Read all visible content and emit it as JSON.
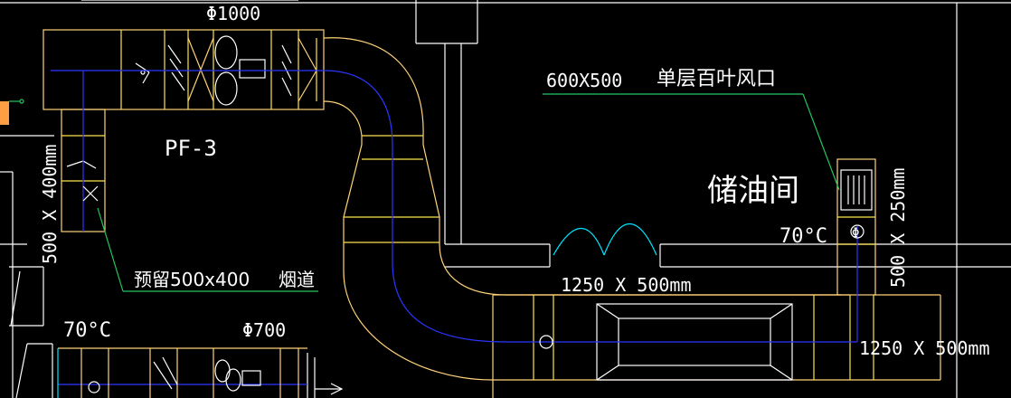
{
  "labels": {
    "diameter_top": "Φ1000",
    "fan_code": "PF-3",
    "left_vertical_dim": "500 X 400mm",
    "reserved_flue_text": "预留500x400",
    "flue_text": "烟道",
    "grille_size": "600X500",
    "grille_type": "单层百叶风口",
    "room_name": "储油间",
    "damper_temp_right": "70°C",
    "damper_temp_left": "70°C",
    "main_duct_dim": "1250 X 500mm",
    "right_duct_dim": "1250 X 500mm",
    "diameter_bottom": "Φ700",
    "vertical_right_dim": "500 X 250mm",
    "phi_symbol": "Φ"
  },
  "colors": {
    "background": "#000000",
    "duct_outline": "#ffd27a",
    "duct_inner": "#ffe24a",
    "centerline": "#2a36ff",
    "wall": "#ffffff",
    "leader": "#22c55e",
    "door_swing": "#00e5ff",
    "text": "#ffffff",
    "accent_left": "#ff9f43"
  }
}
